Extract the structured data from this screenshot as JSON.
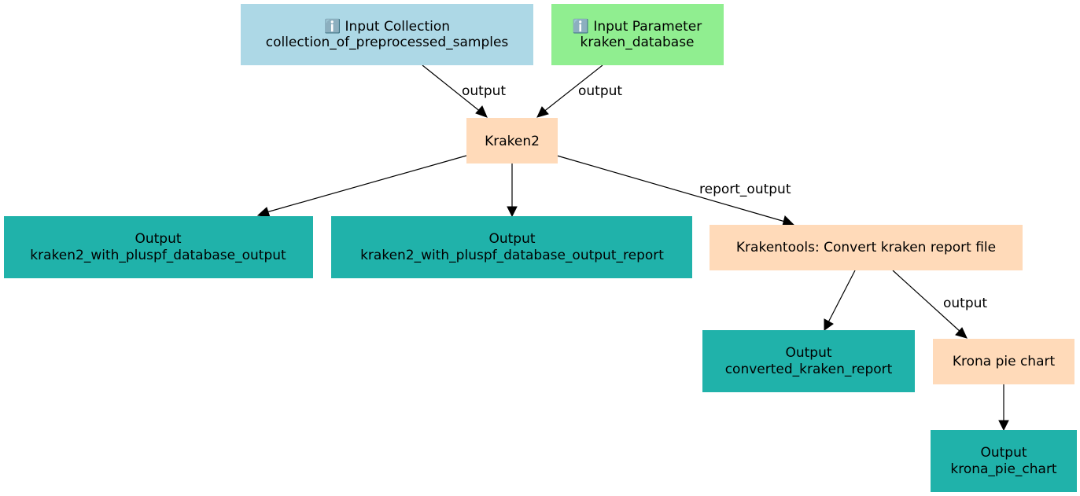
{
  "colors": {
    "input_collection": "#add8e6",
    "input_parameter": "#90ee90",
    "tool": "#ffdab9",
    "output": "#20b2aa"
  },
  "nodes": {
    "input_collection": {
      "icon": "info-icon",
      "line1": "ℹ️ Input Collection",
      "line2": "collection_of_preprocessed_samples"
    },
    "input_parameter": {
      "icon": "info-icon",
      "line1": "ℹ️ Input Parameter",
      "line2": "kraken_database"
    },
    "kraken2": {
      "label": "Kraken2"
    },
    "output_database_output": {
      "line1": "Output",
      "line2": "kraken2_with_pluspf_database_output"
    },
    "output_database_output_report": {
      "line1": "Output",
      "line2": "kraken2_with_pluspf_database_output_report"
    },
    "krakentools": {
      "label": "Krakentools: Convert kraken report file"
    },
    "output_converted_report": {
      "line1": "Output",
      "line2": "converted_kraken_report"
    },
    "krona": {
      "label": "Krona pie chart"
    },
    "output_krona": {
      "line1": "Output",
      "line2": "krona_pie_chart"
    }
  },
  "edge_labels": {
    "collection_to_kraken2": "output",
    "parameter_to_kraken2": "output",
    "kraken2_to_krakentools": "report_output",
    "krakentools_to_krona": "output"
  }
}
